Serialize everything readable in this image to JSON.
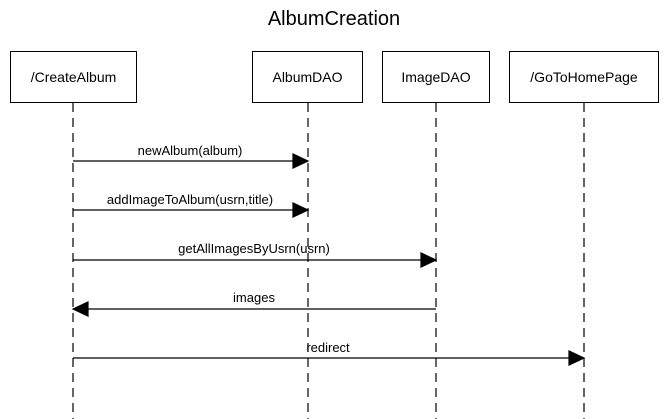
{
  "title": "AlbumCreation",
  "participants": [
    {
      "label": "/CreateAlbum"
    },
    {
      "label": "AlbumDAO"
    },
    {
      "label": "ImageDAO"
    },
    {
      "label": "/GoToHomePage"
    }
  ],
  "messages": [
    {
      "label": "newAlbum(album)",
      "from": 0,
      "to": 1
    },
    {
      "label": "addImageToAlbum(usrn,title)",
      "from": 0,
      "to": 1
    },
    {
      "label": "getAllImagesByUsrn(usrn)",
      "from": 0,
      "to": 2
    },
    {
      "label": "images",
      "from": 2,
      "to": 0
    },
    {
      "label": "redirect",
      "from": 0,
      "to": 3
    }
  ]
}
